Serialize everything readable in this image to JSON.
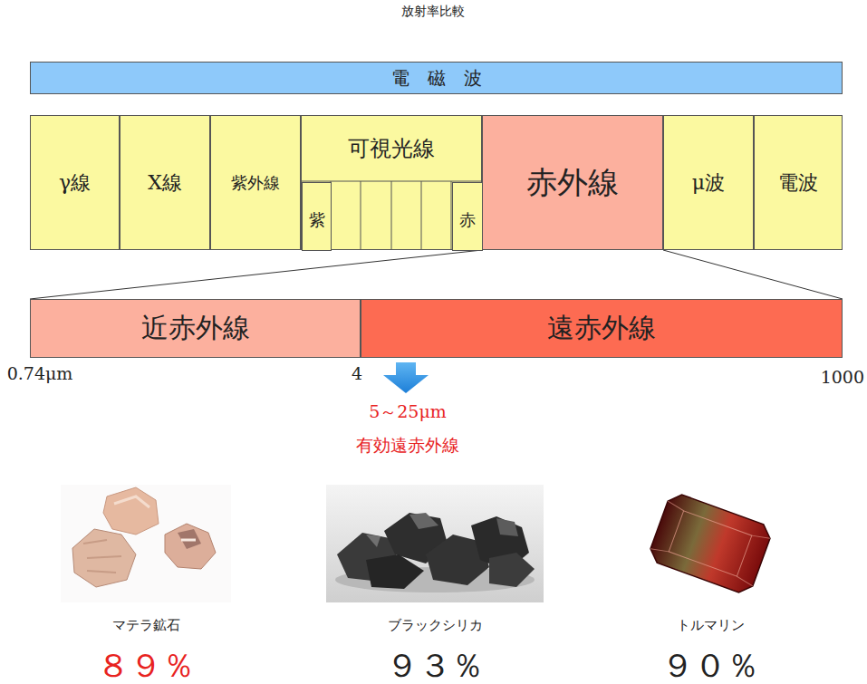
{
  "diagram": {
    "title": "放射率比較",
    "nodes": [
      {
        "text": [
          "電　磁　波"
        ]
      },
      {
        "text": [
          "γ線"
        ]
      },
      {
        "text": [
          "X線"
        ]
      },
      {
        "text": [
          "紫外線"
        ]
      },
      {
        "text": [
          "可視光線"
        ]
      },
      {
        "text": [
          "紫"
        ],
        "in": 4
      },
      {
        "text": [
          "赤"
        ],
        "in": 4
      },
      {
        "text": [
          "赤外線"
        ]
      },
      {
        "text": [
          "μ波"
        ]
      },
      {
        "text": [
          "電波"
        ]
      },
      {
        "text": [
          "近赤外線"
        ]
      },
      {
        "text": [
          "遠赤外線"
        ]
      }
    ],
    "edges": [
      {
        "from": 7,
        "to": 10,
        "arrow": "none"
      },
      {
        "from": 7,
        "to": 11,
        "arrow": "none"
      }
    ],
    "labels": [
      "0.74μm",
      "4",
      "1000",
      "5～25μm",
      "有効遠赤外線",
      "マテラ鉱石",
      "８９％",
      "ブラックシリカ",
      "９３％",
      "トルマリン",
      "９０％"
    ]
  }
}
